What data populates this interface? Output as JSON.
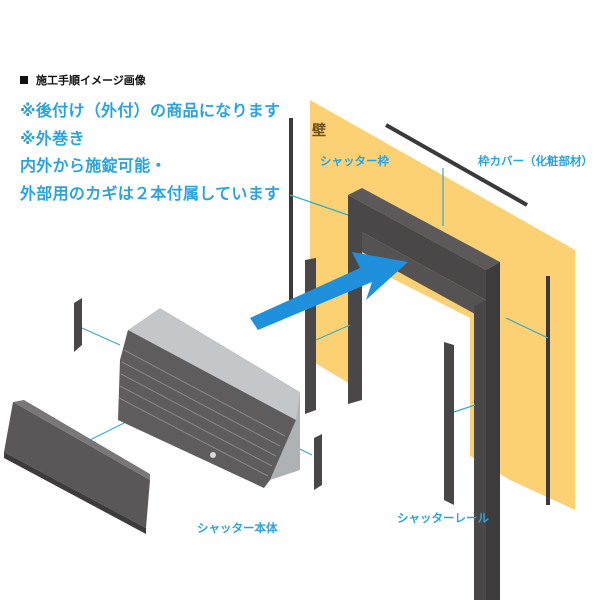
{
  "heading": "施工手順イメージ画像",
  "notes": [
    "※後付け（外付）の商品になります",
    "※外巻き",
    "内外から施錠可能・",
    "外部用のカギは２本付属しています"
  ],
  "labels": {
    "wall": "壁",
    "shutter_frame": "シャッター枠",
    "frame_cover": "枠カバー（化粧部材）",
    "shutter_body": "シャッター本体",
    "shutter_rail": "シャッターレール"
  },
  "colors": {
    "wall": "#fcd174",
    "accent_blue": "#1e90dc",
    "text_blue": "#2ba3dc",
    "metal_dark": "#4a4748",
    "metal_light": "#b9bdc0",
    "leader_line": "#3aa9c9"
  }
}
